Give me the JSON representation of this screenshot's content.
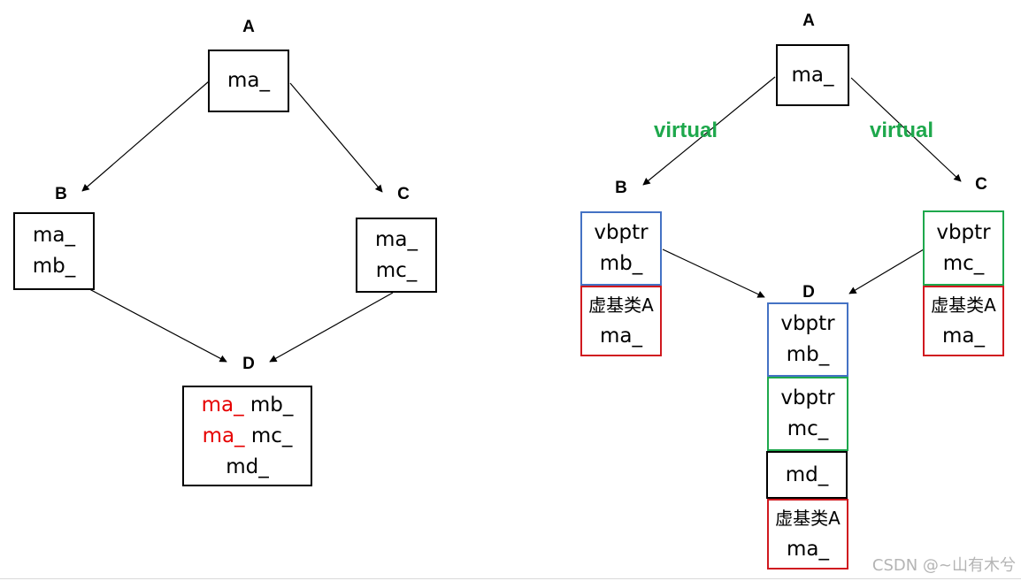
{
  "left": {
    "labels": {
      "a": "A",
      "b": "B",
      "c": "C",
      "d": "D"
    },
    "box_a": [
      "ma_"
    ],
    "box_b": [
      "ma_",
      "mb_"
    ],
    "box_c": [
      "ma_",
      "mc_"
    ],
    "box_d": {
      "row1": {
        "red": "ma_",
        "black": " mb_"
      },
      "row2": {
        "red": "ma_",
        "black": " mc_"
      },
      "row3": "md_"
    }
  },
  "right": {
    "labels": {
      "a": "A",
      "b": "B",
      "c": "C",
      "d": "D"
    },
    "virtual_left": "virtual",
    "virtual_right": "virtual",
    "box_a": [
      "ma_"
    ],
    "b_top": [
      "vbptr",
      "mb_"
    ],
    "b_bottom": [
      "虚基类A",
      "ma_"
    ],
    "c_top": [
      "vbptr",
      "mc_"
    ],
    "c_bottom": [
      "虚基类A",
      "ma_"
    ],
    "d_b_part": [
      "vbptr",
      "mb_"
    ],
    "d_c_part": [
      "vbptr",
      "mc_"
    ],
    "d_own": [
      "md_"
    ],
    "d_virtual_base": [
      "虚基类A",
      "ma_"
    ]
  },
  "watermark": "CSDN @~山有木兮",
  "colors": {
    "red": "#e60000",
    "green": "#1ea84c",
    "blue": "#4472c4",
    "red_border": "#d0191f"
  }
}
